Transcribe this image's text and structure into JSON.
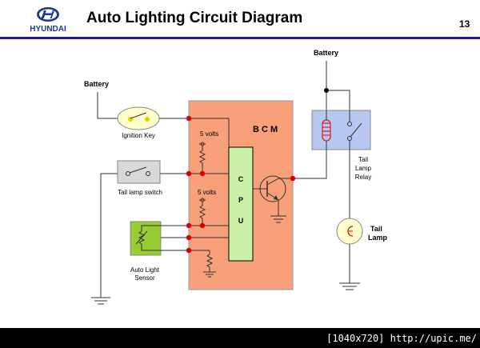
{
  "header": {
    "brand": "HYUNDAI",
    "title": "Auto Lighting Circuit Diagram",
    "page_number": "13"
  },
  "labels": {
    "battery_left": "Battery",
    "battery_right": "Battery",
    "ignition_key": "Ignition Key",
    "bcm": "B C M",
    "volts_top": "5 volts",
    "volts_bottom": "5 volts",
    "cpu_c": "C",
    "cpu_p": "P",
    "cpu_u": "U",
    "tail_lamp_switch": "Tail lamp switch",
    "auto_light_line1": "Auto Light",
    "auto_light_line2": "Sensor",
    "relay_line1": "Tail",
    "relay_line2": "Lamp",
    "relay_line3": "Relay",
    "lamp_line1": "Tail",
    "lamp_line2": "Lamp"
  },
  "footer": {
    "watermark": "[1040x720] http://upic.me/"
  },
  "colors": {
    "header_rule": "#1c1c9a",
    "bcm_fill": "#f8a07a",
    "cpu_fill": "#ccf0a8",
    "ignition_fill": "#ffffcc",
    "sensor_fill": "#99cc33",
    "relay_fill": "#b7c7f0",
    "lamp_fill": "#ffffcc",
    "node_red": "#dd0000",
    "wire": "#333333"
  }
}
